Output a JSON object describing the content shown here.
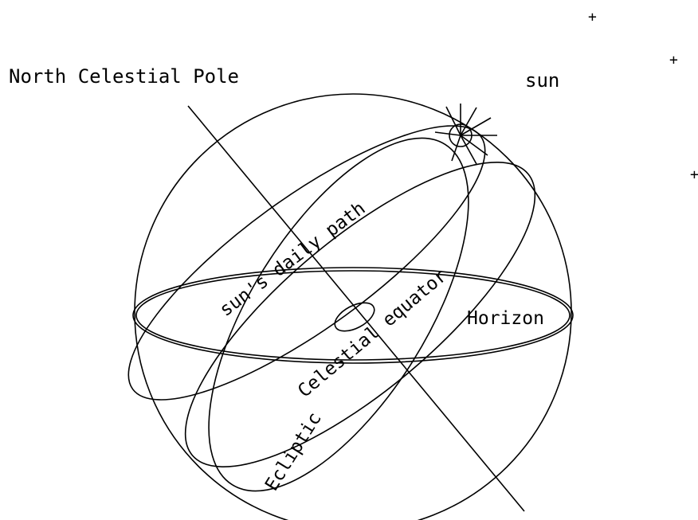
{
  "labels": {
    "north_celestial_pole": "North Celestial Pole",
    "sun": "sun",
    "suns_daily_path": "sun's daily path",
    "celestial_equator": "Celestial equator",
    "horizon": "Horizon",
    "ecliptic": "Ecliptic"
  },
  "stars": [
    "+",
    "+",
    "+"
  ]
}
